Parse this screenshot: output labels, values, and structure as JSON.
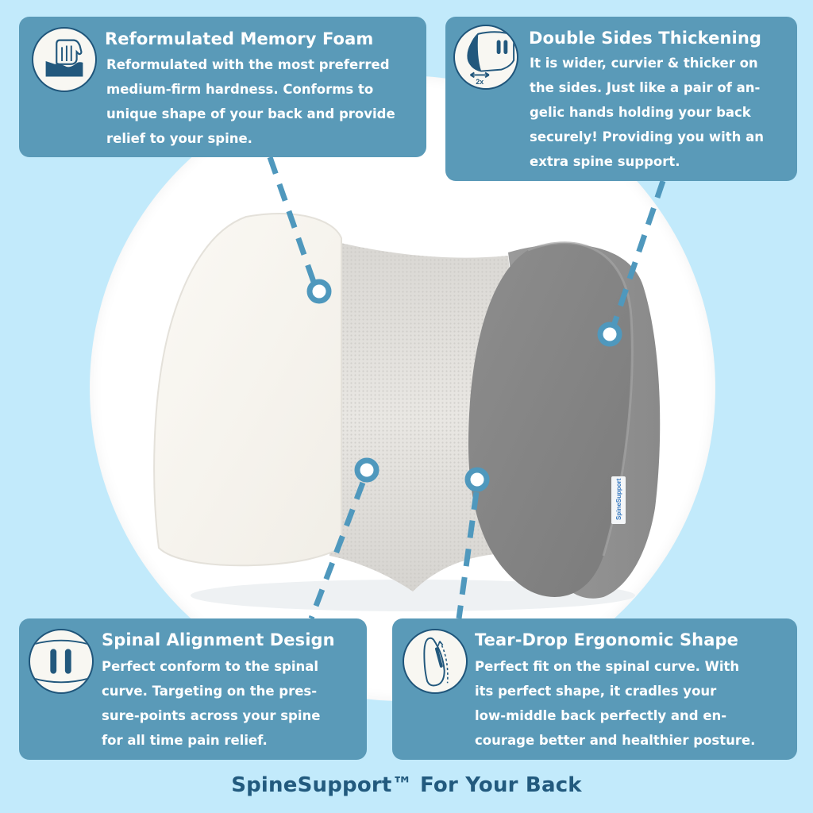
{
  "colors": {
    "background": "#c2eafb",
    "card": "#5a9ab8",
    "accent_dark": "#225a7e",
    "dash_line": "#4f98bd",
    "card_text": "#ffffff",
    "icon_bg": "#f8f7f2"
  },
  "features": {
    "memory_foam": {
      "title": "Reformulated Memory Foam",
      "description": "Reformulated with the most preferred\nmedium-firm hardness. Conforms to\nunique shape of your back and provide\nrelief to your spine.",
      "icon": "hand-pressing-foam-icon"
    },
    "double_sides": {
      "title": "Double Sides Thickening",
      "description": "It is wider, curvier & thicker on\nthe sides. Just like a pair of an-\ngelic hands holding your back\nsecurely! Providing you with an\nextra spine support.",
      "icon": "pillow-side-2x-icon",
      "icon_label": "2x"
    },
    "spinal_alignment": {
      "title": "Spinal Alignment Design",
      "description": "Perfect conform to the spinal\ncurve. Targeting on the pres-\nsure-points across your spine\nfor all time pain relief.",
      "icon": "spinal-alignment-icon"
    },
    "tear_drop": {
      "title": "Tear-Drop Ergonomic Shape",
      "description": "Perfect fit on the spinal curve. With\nits perfect shape,  it cradles your\nlow-middle back perfectly and en-\ncourage better and healthier posture.",
      "icon": "tear-drop-shape-icon"
    }
  },
  "product": {
    "label_text": "SpineSupport"
  },
  "tagline": "SpineSupport™ For Your Back"
}
